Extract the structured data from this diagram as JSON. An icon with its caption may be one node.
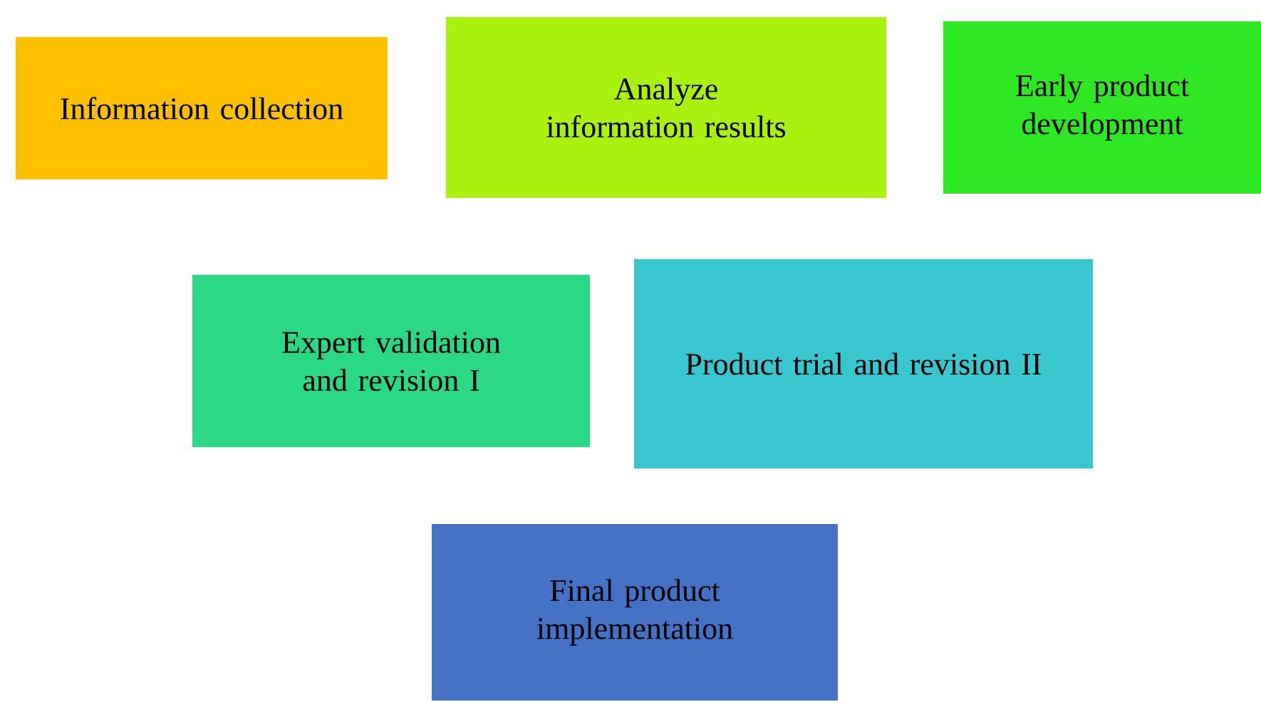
{
  "diagram": {
    "nodes": [
      {
        "text": [
          "Information collection"
        ]
      },
      {
        "text": [
          "Analyze information results"
        ]
      },
      {
        "text": [
          "Early product development"
        ]
      },
      {
        "text": [
          "Expert validation and revision I"
        ]
      },
      {
        "text": [
          "Product trial and revision II"
        ]
      },
      {
        "text": [
          "Final product implementation"
        ]
      }
    ]
  }
}
